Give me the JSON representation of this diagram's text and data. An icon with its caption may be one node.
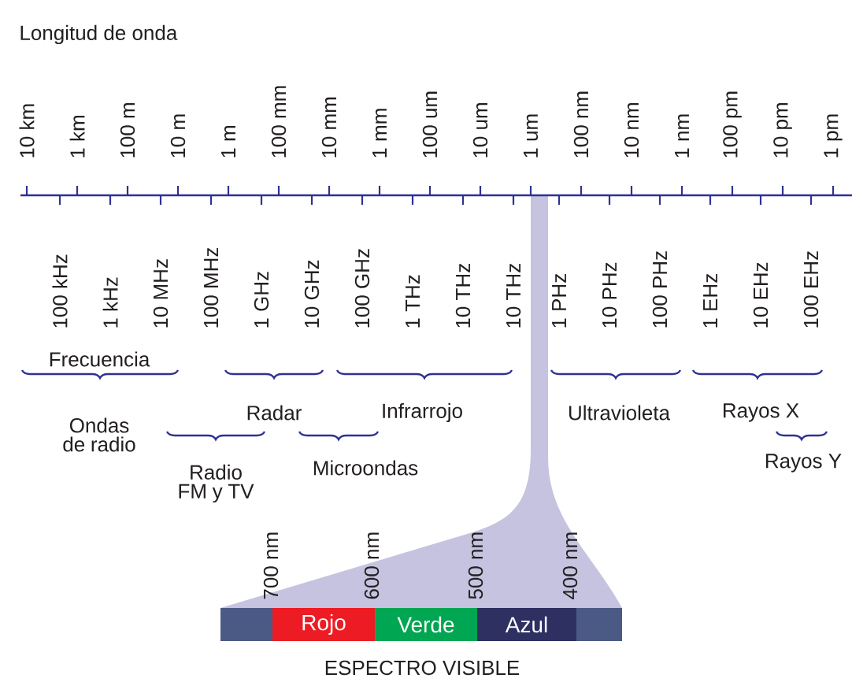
{
  "diagram": {
    "nodes": [
      {
        "text": [],
        "shape": "bar"
      },
      {
        "text": [
          "Rojo"
        ]
      },
      {
        "text": [
          "Verde"
        ]
      },
      {
        "text": [
          "Azul"
        ]
      },
      {
        "text": [],
        "shape": "bar"
      }
    ],
    "labels": [
      "Longitud de onda",
      "10 km",
      "1 km",
      "100 m",
      "10 m",
      "1 m",
      "100 mm",
      "10 mm",
      "1 mm",
      "100 um",
      "10 um",
      "1 um",
      "100 nm",
      "10 nm",
      "1 nm",
      "100 pm",
      "10 pm",
      "1 pm",
      "100 kHz",
      "1  kHz",
      "10 MHz",
      "100 MHz",
      "1 GHz",
      "10 GHz",
      "100 GHz",
      "1 THz",
      "10 THz",
      "10 THz",
      "1 PHz",
      "10 PHz",
      "100 PHz",
      "1 EHz",
      "10 EHz",
      "100 EHz",
      "Frecuencia",
      "Radar",
      "Infrarrojo",
      "Ultravioleta",
      "Rayos X",
      "Ondas de radio",
      "Radio FM y TV",
      "Microondas",
      "Rayos Y",
      "700 nm",
      "600 nm",
      "500 nm",
      "400 nm",
      "ESPECTRO VISIBLE"
    ]
  }
}
